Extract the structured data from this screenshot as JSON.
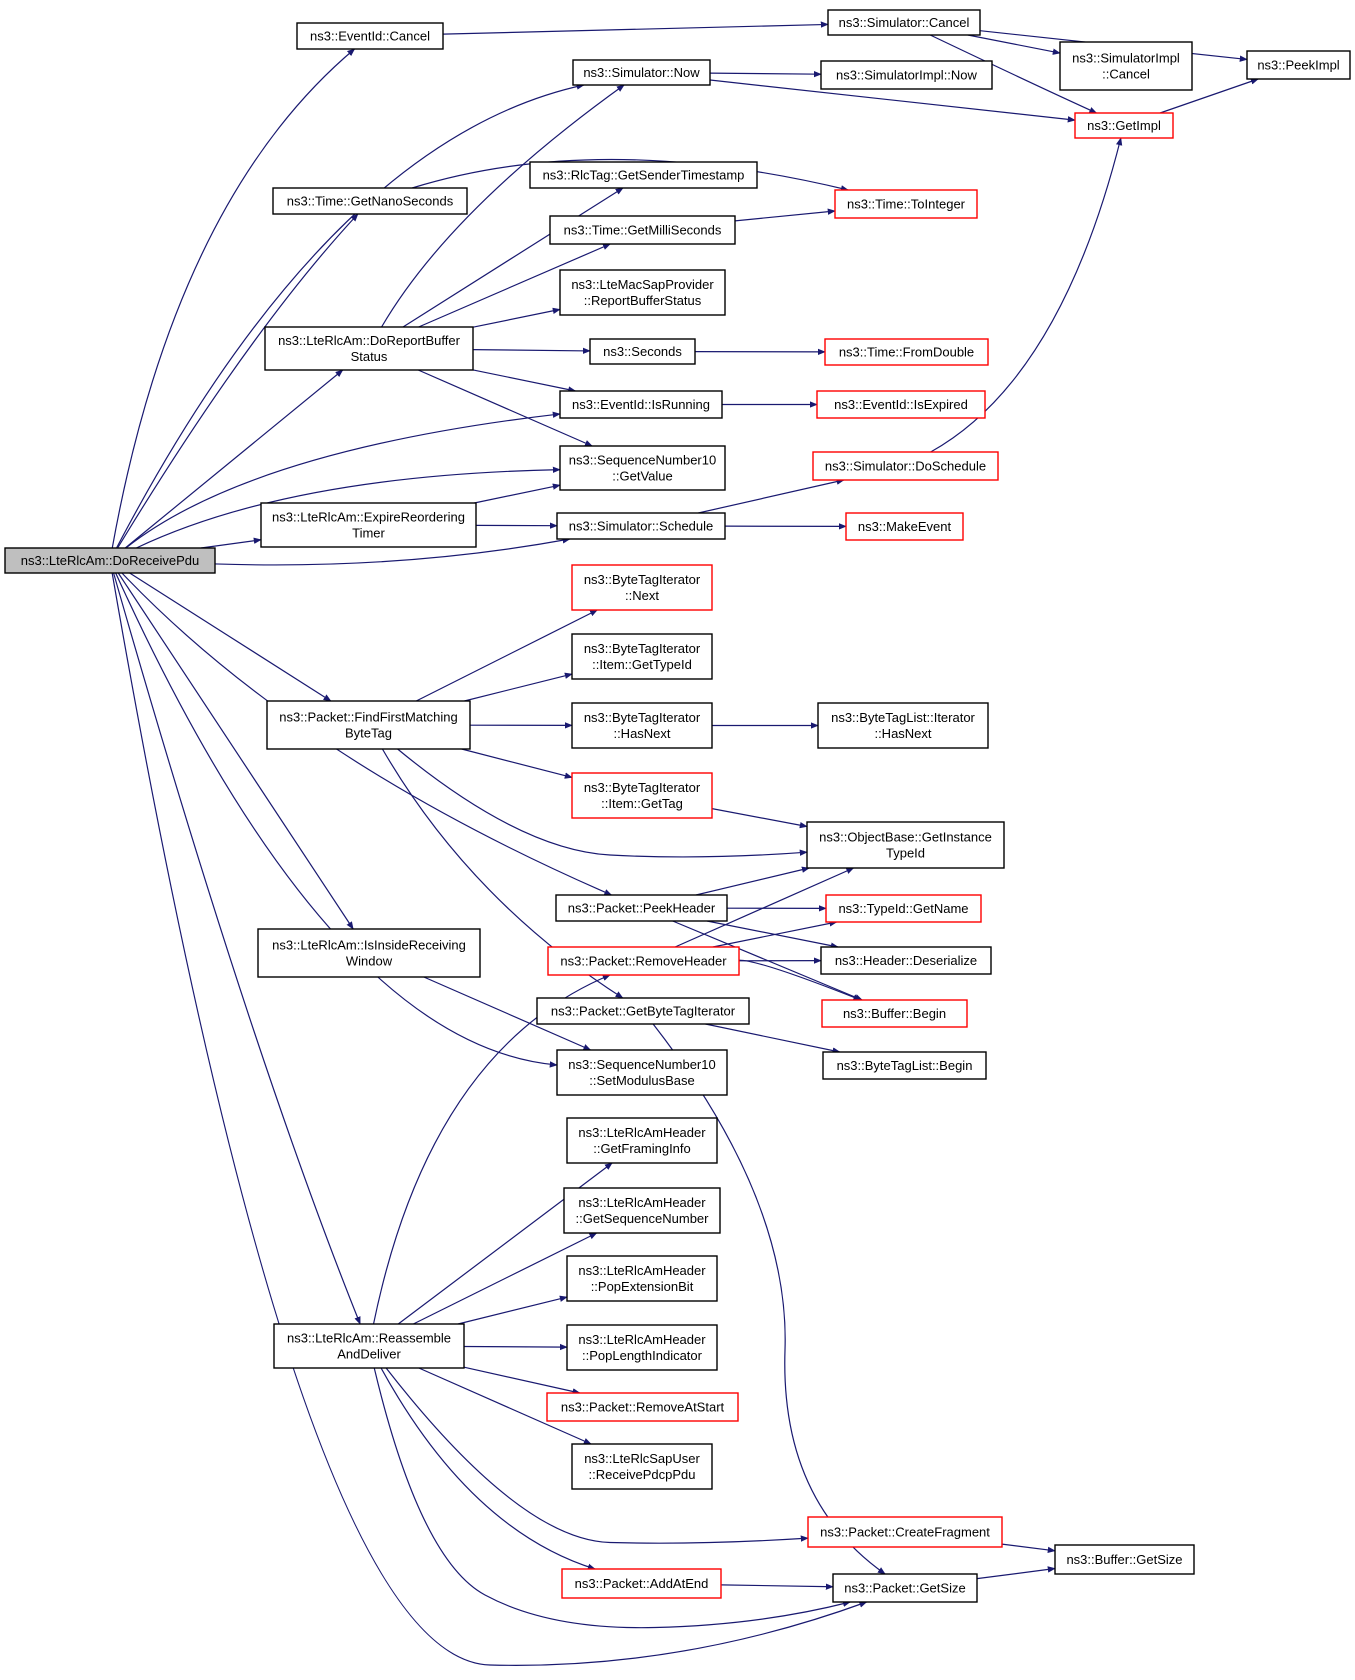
{
  "diagram": {
    "nodes": [
      {
        "id": "root",
        "lines": [
          "ns3::LteRlcAm::DoReceivePdu"
        ],
        "style": "root"
      },
      {
        "id": "evCancel",
        "lines": [
          "ns3::EventId::Cancel"
        ],
        "style": "black"
      },
      {
        "id": "simCancel",
        "lines": [
          "ns3::Simulator::Cancel"
        ],
        "style": "black"
      },
      {
        "id": "peekImpl",
        "lines": [
          "ns3::PeekImpl"
        ],
        "style": "black"
      },
      {
        "id": "simImplCancel",
        "lines": [
          "ns3::SimulatorImpl",
          "::Cancel"
        ],
        "style": "black"
      },
      {
        "id": "simNow",
        "lines": [
          "ns3::Simulator::Now"
        ],
        "style": "black"
      },
      {
        "id": "simImplNow",
        "lines": [
          "ns3::SimulatorImpl::Now"
        ],
        "style": "black"
      },
      {
        "id": "getImpl",
        "lines": [
          "ns3::GetImpl"
        ],
        "style": "red"
      },
      {
        "id": "getNano",
        "lines": [
          "ns3::Time::GetNanoSeconds"
        ],
        "style": "black"
      },
      {
        "id": "rlcTag",
        "lines": [
          "ns3::RlcTag::GetSenderTimestamp"
        ],
        "style": "black"
      },
      {
        "id": "toInteger",
        "lines": [
          "ns3::Time::ToInteger"
        ],
        "style": "red"
      },
      {
        "id": "getMilli",
        "lines": [
          "ns3::Time::GetMilliSeconds"
        ],
        "style": "black"
      },
      {
        "id": "lteMacSap",
        "lines": [
          "ns3::LteMacSapProvider",
          "::ReportBufferStatus"
        ],
        "style": "black"
      },
      {
        "id": "doReport",
        "lines": [
          "ns3::LteRlcAm::DoReportBuffer",
          "Status"
        ],
        "style": "black"
      },
      {
        "id": "seconds",
        "lines": [
          "ns3::Seconds"
        ],
        "style": "black"
      },
      {
        "id": "fromDouble",
        "lines": [
          "ns3::Time::FromDouble"
        ],
        "style": "red"
      },
      {
        "id": "isRunning",
        "lines": [
          "ns3::EventId::IsRunning"
        ],
        "style": "black"
      },
      {
        "id": "isExpired",
        "lines": [
          "ns3::EventId::IsExpired"
        ],
        "style": "red"
      },
      {
        "id": "seqGetValue",
        "lines": [
          "ns3::SequenceNumber10",
          "::GetValue"
        ],
        "style": "black"
      },
      {
        "id": "doSchedule",
        "lines": [
          "ns3::Simulator::DoSchedule"
        ],
        "style": "red"
      },
      {
        "id": "expireTimer",
        "lines": [
          "ns3::LteRlcAm::ExpireReordering",
          "Timer"
        ],
        "style": "black"
      },
      {
        "id": "schedule",
        "lines": [
          "ns3::Simulator::Schedule"
        ],
        "style": "black"
      },
      {
        "id": "makeEvent",
        "lines": [
          "ns3::MakeEvent"
        ],
        "style": "red"
      },
      {
        "id": "btiNext",
        "lines": [
          "ns3::ByteTagIterator",
          "::Next"
        ],
        "style": "red"
      },
      {
        "id": "btiGetTypeId",
        "lines": [
          "ns3::ByteTagIterator",
          "::Item::GetTypeId"
        ],
        "style": "black"
      },
      {
        "id": "findFirst",
        "lines": [
          "ns3::Packet::FindFirstMatching",
          "ByteTag"
        ],
        "style": "black"
      },
      {
        "id": "btiHasNext",
        "lines": [
          "ns3::ByteTagIterator",
          "::HasNext"
        ],
        "style": "black"
      },
      {
        "id": "btlHasNext",
        "lines": [
          "ns3::ByteTagList::Iterator",
          "::HasNext"
        ],
        "style": "black"
      },
      {
        "id": "btiGetTag",
        "lines": [
          "ns3::ByteTagIterator",
          "::Item::GetTag"
        ],
        "style": "red"
      },
      {
        "id": "objBase",
        "lines": [
          "ns3::ObjectBase::GetInstance",
          "TypeId"
        ],
        "style": "black"
      },
      {
        "id": "peekHeader",
        "lines": [
          "ns3::Packet::PeekHeader"
        ],
        "style": "black"
      },
      {
        "id": "typeIdName",
        "lines": [
          "ns3::TypeId::GetName"
        ],
        "style": "red"
      },
      {
        "id": "isInside",
        "lines": [
          "ns3::LteRlcAm::IsInsideReceiving",
          "Window"
        ],
        "style": "black"
      },
      {
        "id": "removeHeader",
        "lines": [
          "ns3::Packet::RemoveHeader"
        ],
        "style": "red"
      },
      {
        "id": "deserialize",
        "lines": [
          "ns3::Header::Deserialize"
        ],
        "style": "black"
      },
      {
        "id": "getBti",
        "lines": [
          "ns3::Packet::GetByteTagIterator"
        ],
        "style": "black"
      },
      {
        "id": "bufBegin",
        "lines": [
          "ns3::Buffer::Begin"
        ],
        "style": "red"
      },
      {
        "id": "btlBegin",
        "lines": [
          "ns3::ByteTagList::Begin"
        ],
        "style": "black"
      },
      {
        "id": "setModulus",
        "lines": [
          "ns3::SequenceNumber10",
          "::SetModulusBase"
        ],
        "style": "black"
      },
      {
        "id": "getFraming",
        "lines": [
          "ns3::LteRlcAmHeader",
          "::GetFramingInfo"
        ],
        "style": "black"
      },
      {
        "id": "getSeqNum",
        "lines": [
          "ns3::LteRlcAmHeader",
          "::GetSequenceNumber"
        ],
        "style": "black"
      },
      {
        "id": "popExt",
        "lines": [
          "ns3::LteRlcAmHeader",
          "::PopExtensionBit"
        ],
        "style": "black"
      },
      {
        "id": "reassemble",
        "lines": [
          "ns3::LteRlcAm::Reassemble",
          "AndDeliver"
        ],
        "style": "black"
      },
      {
        "id": "popLen",
        "lines": [
          "ns3::LteRlcAmHeader",
          "::PopLengthIndicator"
        ],
        "style": "black"
      },
      {
        "id": "removeAtStart",
        "lines": [
          "ns3::Packet::RemoveAtStart"
        ],
        "style": "red"
      },
      {
        "id": "receivePdcp",
        "lines": [
          "ns3::LteRlcSapUser",
          "::ReceivePdcpPdu"
        ],
        "style": "black"
      },
      {
        "id": "createFrag",
        "lines": [
          "ns3::Packet::CreateFragment"
        ],
        "style": "red"
      },
      {
        "id": "bufGetSize",
        "lines": [
          "ns3::Buffer::GetSize"
        ],
        "style": "black"
      },
      {
        "id": "addAtEnd",
        "lines": [
          "ns3::Packet::AddAtEnd"
        ],
        "style": "red"
      },
      {
        "id": "pktGetSize",
        "lines": [
          "ns3::Packet::GetSize"
        ],
        "style": "black"
      }
    ],
    "edges": [
      [
        "root",
        "evCancel"
      ],
      [
        "root",
        "simNow"
      ],
      [
        "root",
        "getNano"
      ],
      [
        "root",
        "doReport"
      ],
      [
        "root",
        "isRunning"
      ],
      [
        "root",
        "seqGetValue"
      ],
      [
        "root",
        "expireTimer"
      ],
      [
        "root",
        "schedule"
      ],
      [
        "root",
        "findFirst"
      ],
      [
        "root",
        "peekHeader"
      ],
      [
        "root",
        "isInside"
      ],
      [
        "root",
        "setModulus"
      ],
      [
        "root",
        "reassemble"
      ],
      [
        "root",
        "pktGetSize"
      ],
      [
        "evCancel",
        "simCancel"
      ],
      [
        "simCancel",
        "peekImpl"
      ],
      [
        "simCancel",
        "simImplCancel"
      ],
      [
        "simCancel",
        "getImpl"
      ],
      [
        "simNow",
        "simImplNow"
      ],
      [
        "simNow",
        "getImpl"
      ],
      [
        "getImpl",
        "peekImpl"
      ],
      [
        "getNano",
        "toInteger"
      ],
      [
        "getMilli",
        "toInteger"
      ],
      [
        "doReport",
        "simNow"
      ],
      [
        "doReport",
        "rlcTag"
      ],
      [
        "doReport",
        "getMilli"
      ],
      [
        "doReport",
        "lteMacSap"
      ],
      [
        "doReport",
        "seconds"
      ],
      [
        "doReport",
        "isRunning"
      ],
      [
        "doReport",
        "seqGetValue"
      ],
      [
        "seconds",
        "fromDouble"
      ],
      [
        "isRunning",
        "isExpired"
      ],
      [
        "doSchedule",
        "getImpl"
      ],
      [
        "expireTimer",
        "seqGetValue"
      ],
      [
        "expireTimer",
        "schedule"
      ],
      [
        "schedule",
        "doSchedule"
      ],
      [
        "schedule",
        "makeEvent"
      ],
      [
        "findFirst",
        "btiNext"
      ],
      [
        "findFirst",
        "btiGetTypeId"
      ],
      [
        "findFirst",
        "btiHasNext"
      ],
      [
        "findFirst",
        "btiGetTag"
      ],
      [
        "findFirst",
        "objBase"
      ],
      [
        "findFirst",
        "getBti"
      ],
      [
        "btiHasNext",
        "btlHasNext"
      ],
      [
        "btiGetTag",
        "objBase"
      ],
      [
        "peekHeader",
        "objBase"
      ],
      [
        "peekHeader",
        "typeIdName"
      ],
      [
        "peekHeader",
        "deserialize"
      ],
      [
        "peekHeader",
        "bufBegin"
      ],
      [
        "removeHeader",
        "objBase"
      ],
      [
        "removeHeader",
        "typeIdName"
      ],
      [
        "removeHeader",
        "deserialize"
      ],
      [
        "removeHeader",
        "bufBegin"
      ],
      [
        "getBti",
        "btlBegin"
      ],
      [
        "getBti",
        "pktGetSize"
      ],
      [
        "isInside",
        "setModulus"
      ],
      [
        "reassemble",
        "removeHeader"
      ],
      [
        "reassemble",
        "getFraming"
      ],
      [
        "reassemble",
        "getSeqNum"
      ],
      [
        "reassemble",
        "popExt"
      ],
      [
        "reassemble",
        "popLen"
      ],
      [
        "reassemble",
        "removeAtStart"
      ],
      [
        "reassemble",
        "receivePdcp"
      ],
      [
        "reassemble",
        "createFrag"
      ],
      [
        "reassemble",
        "addAtEnd"
      ],
      [
        "reassemble",
        "pktGetSize"
      ],
      [
        "createFrag",
        "bufGetSize"
      ],
      [
        "addAtEnd",
        "pktGetSize"
      ],
      [
        "pktGetSize",
        "bufGetSize"
      ]
    ]
  }
}
